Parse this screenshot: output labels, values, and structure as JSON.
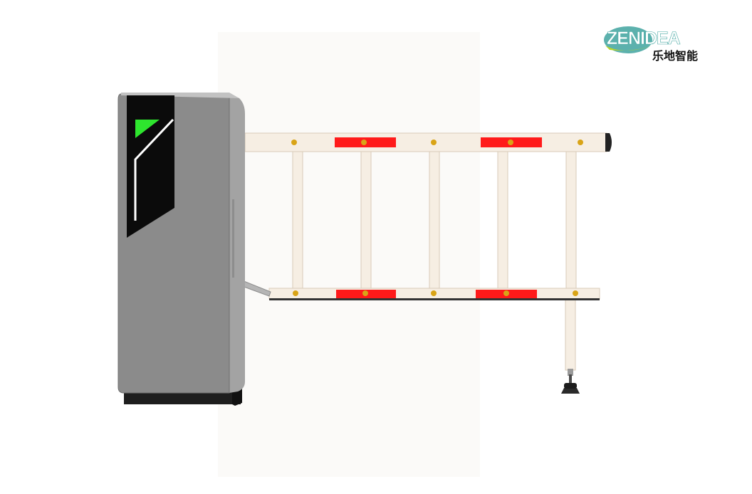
{
  "logo": {
    "text_latin": "ZENIDEA",
    "text_cn": "乐地智能"
  },
  "colors": {
    "logo_teal": "#4aa9a4",
    "logo_lime": "#b8d429",
    "cabinet_front": "#8b8b8b",
    "cabinet_side": "#a3a3a3",
    "panel_black": "#0b0b0b",
    "indicator_green": "#2ee62e",
    "boom_cream": "#f6eee3",
    "reflector_red": "#ff1a1a",
    "bolt_gold": "#d9a417"
  },
  "icons": {
    "direction_indicator": "green-arrow-icon",
    "brand_mark": "zenidea-logo"
  }
}
